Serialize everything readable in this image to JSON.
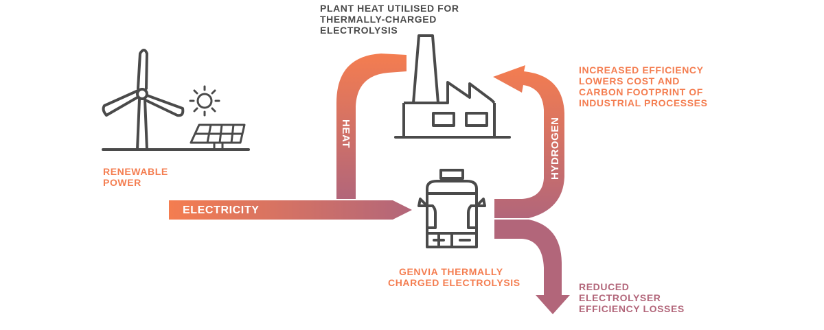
{
  "labels": {
    "plant_heat": [
      "PLANT HEAT UTILISED FOR",
      "THERMALLY-CHARGED",
      "ELECTROLYSIS"
    ],
    "renewable": [
      "RENEWABLE",
      "POWER"
    ],
    "increased": [
      "INCREASED EFFICIENCY",
      "LOWERS COST AND",
      "CARBON FOOTPRINT OF",
      "INDUSTRIAL PROCESSES"
    ],
    "genvia": [
      "GENVIA THERMALLY",
      "CHARGED ELECTROLYSIS"
    ],
    "reduced": [
      "REDUCED",
      "ELECTROLYSER",
      "EFFICIENCY LOSSES"
    ]
  },
  "flows": {
    "electricity": "ELECTRICITY",
    "heat": "HEAT",
    "hydrogen": "HYDROGEN"
  },
  "icons": [
    "wind-turbine-icon",
    "sun-icon",
    "solar-panel-icon",
    "factory-icon",
    "electrolyser-icon"
  ],
  "colors": {
    "orange": "#f47d50",
    "plum": "#b2667a",
    "icon": "#4a4a4a"
  }
}
